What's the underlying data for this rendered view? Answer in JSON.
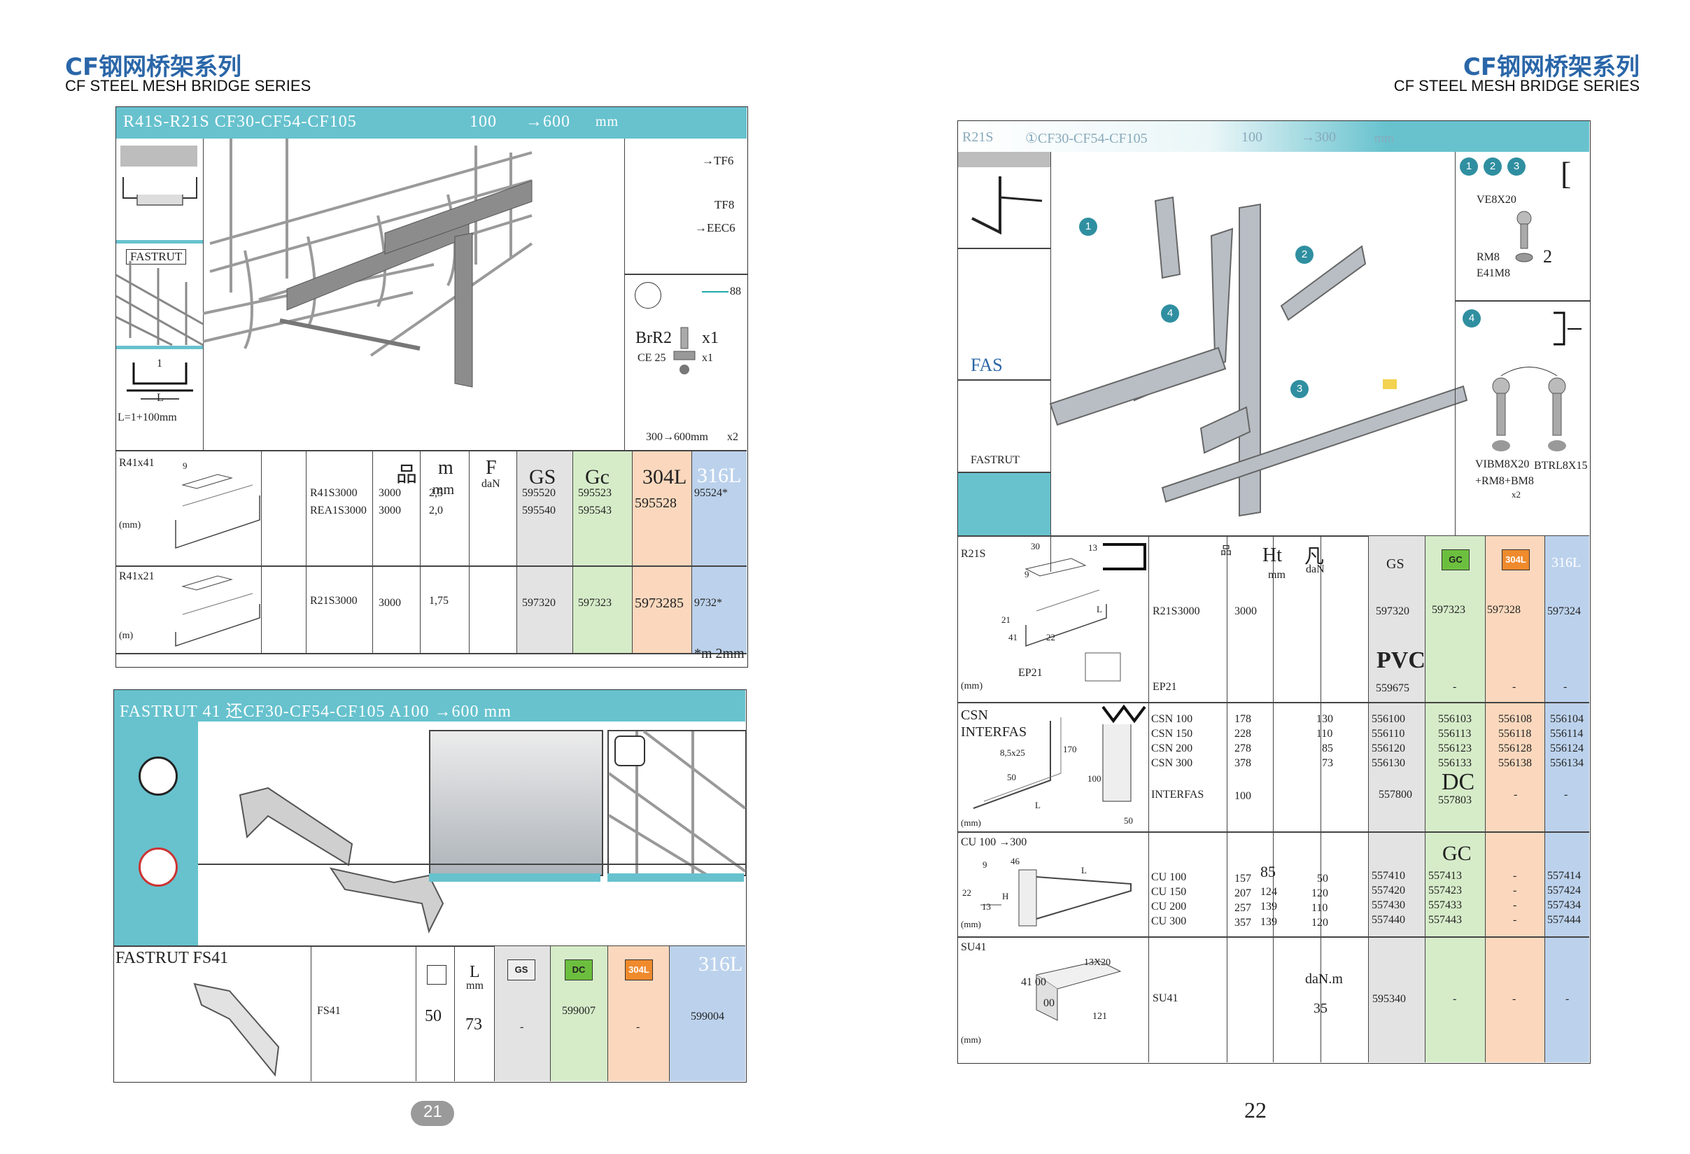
{
  "left_header": {
    "zh": "CF钢网桥架系列",
    "en": "CF STEEL MESH BRIDGE SERIES"
  },
  "right_header": {
    "zh": "CF钢网桥架系列",
    "en": "CF STEEL MESH BRIDGE SERIES"
  },
  "p21": {
    "bar1": {
      "left": "R41S-R21S  CF30-CF54-CF105",
      "range_a": "100",
      "range_b": "→600",
      "unit": "mm"
    },
    "side": {
      "fastrut": "FASTRUT",
      "formula": "L=1+100mm",
      "l_label": "L",
      "one_label": "1"
    },
    "callouts": {
      "tf6": "→TF6",
      "tf8": "TF8",
      "eec6": "→EEC6",
      "n88": "88",
      "brr2": "BrR2",
      "x1a": "x1",
      "ce25": "CE 25",
      "x1b": "x1",
      "range": "300→600mm",
      "x2": "x2"
    },
    "hdr": {
      "pin": "品",
      "m": "m",
      "mm": "mm",
      "f": "F",
      "dan": "daN",
      "gs": "GS",
      "gc": "Gc",
      "s304": "304L",
      "s316": "316L"
    },
    "row1": {
      "label": "R41x41",
      "mm": "(mm)",
      "dim9": "9",
      "ref1": "R41S3000",
      "ref2": "REA1S3000",
      "len1": "3000",
      "len2": "3000",
      "m1": "2,5",
      "m2": "2,0",
      "gs1": "595520",
      "gs2": "595540",
      "gc1": "595523",
      "gc2": "595543",
      "s304": "595528",
      "s316": "95524*"
    },
    "row2": {
      "label": "R41x21",
      "mm": "(m)",
      "ref": "R21S3000",
      "len": "3000",
      "m": "1,75",
      "gs": "597320",
      "gc": "597323",
      "s304": "5973285",
      "s316": "9732*"
    },
    "footnote": "*m 2mm",
    "bar2": "FASTRUT 41  还CF30-CF54-CF105 A100 →600 mm",
    "fs41": {
      "name": "FASTRUT FS41",
      "ref": "FS41",
      "qty": "50",
      "l": "L",
      "mm": "mm",
      "l_val": "73",
      "gs_badge": "GS",
      "dc_badge": "DC",
      "b304": "304L",
      "b316": "316L",
      "gs": "-",
      "dc": "599007",
      "s304": "-",
      "s316": "599004"
    },
    "page": "21"
  },
  "p22": {
    "bar": {
      "left": "R21S",
      "part": "①CF30-CF54-CF105",
      "a": "100",
      "b": "→300",
      "unit": "mm"
    },
    "side": {
      "fas": "FAS",
      "fastrut": "FASTRUT"
    },
    "callouts": {
      "n1": "1",
      "n2": "2",
      "n3": "3",
      "n4": "4",
      "ve": "VE8X20",
      "rm8": "RM8",
      "e41": "E41M8",
      "two": "2",
      "vibm": "VIBM8X20",
      "btrl": "BTRL8X15",
      "rm8b": "+RM8+BM8",
      "x2": "x2"
    },
    "hdr": {
      "pin": "品",
      "ht": "Ht",
      "mm": "mm",
      "fan": "凡",
      "dan": "daN",
      "gs": "GS",
      "gc": "GC",
      "s304": "304L",
      "s316": "316L"
    },
    "r21s": {
      "label": "R21S",
      "d30": "30",
      "d13": "13",
      "d9": "9",
      "d21": "21",
      "d41": "41",
      "d22": "22",
      "l": "L",
      "ep21": "EP21",
      "mm": "(mm)",
      "ref": "R21S3000",
      "len": "3000",
      "ref2": "EP21",
      "gs": "597320",
      "gc": "597323",
      "s304": "597328",
      "s316": "597324",
      "pvc": "PVC",
      "pvcnum": "559675",
      "d1": "-",
      "d2": "-",
      "d3": "-"
    },
    "csn": {
      "l1": "CSN",
      "l2": "INTERFAS",
      "d85": "8,5x25",
      "d170": "170",
      "d50": "50",
      "d100": "100",
      "d50b": "50",
      "l": "L",
      "mm": "(mm)",
      "refs": [
        "CSN 100",
        "CSN 150",
        "CSN 200",
        "CSN 300",
        "INTERFAS"
      ],
      "lens": [
        "178",
        "228",
        "278",
        "378",
        "100"
      ],
      "hts": [
        "130",
        "110",
        "85",
        "73"
      ],
      "gs": [
        "556100",
        "556110",
        "556120",
        "556130",
        "557800"
      ],
      "gc": [
        "556103",
        "556113",
        "556123",
        "556133",
        "557803"
      ],
      "s304": [
        "556108",
        "556118",
        "556128",
        "556138",
        "-"
      ],
      "s316": [
        "556104",
        "556114",
        "556124",
        "556134",
        "-"
      ],
      "dc": "DC"
    },
    "cu": {
      "label": "CU 100 →300",
      "d9": "9",
      "d46": "46",
      "d22": "22",
      "d13": "13",
      "h": "H",
      "l": "L",
      "mm": "(mm)",
      "refs": [
        "CU 100",
        "CU 150",
        "CU 200",
        "CU 300"
      ],
      "lens": [
        "157",
        "207",
        "257",
        "357"
      ],
      "hts": [
        "85",
        "124",
        "139",
        "139"
      ],
      "fs": [
        "50",
        "120",
        "110",
        "120"
      ],
      "gs": [
        "557410",
        "557420",
        "557430",
        "557440"
      ],
      "gc": [
        "557413",
        "557423",
        "557433",
        "557443"
      ],
      "s304": [
        "-",
        "-",
        "-",
        "-"
      ],
      "s316": [
        "557414",
        "557424",
        "557434",
        "557444"
      ],
      "gchead": "GC"
    },
    "su": {
      "label": "SU41",
      "d13": "13X20",
      "d41": "41 00",
      "d00": "00",
      "d121": "121",
      "mm": "(mm)",
      "ref": "SU41",
      "danm": "daN.m",
      "val": "35",
      "gs": "595340",
      "gc": "-",
      "s304": "-",
      "s316": "-"
    },
    "page": "22"
  },
  "colors": {
    "teal": "#67c2ce",
    "brand": "#2a66a8",
    "gs": "#e3e3e3",
    "gc": "#d6ecc9",
    "s304": "#fbd8bd",
    "s316": "#bcd2ec"
  }
}
